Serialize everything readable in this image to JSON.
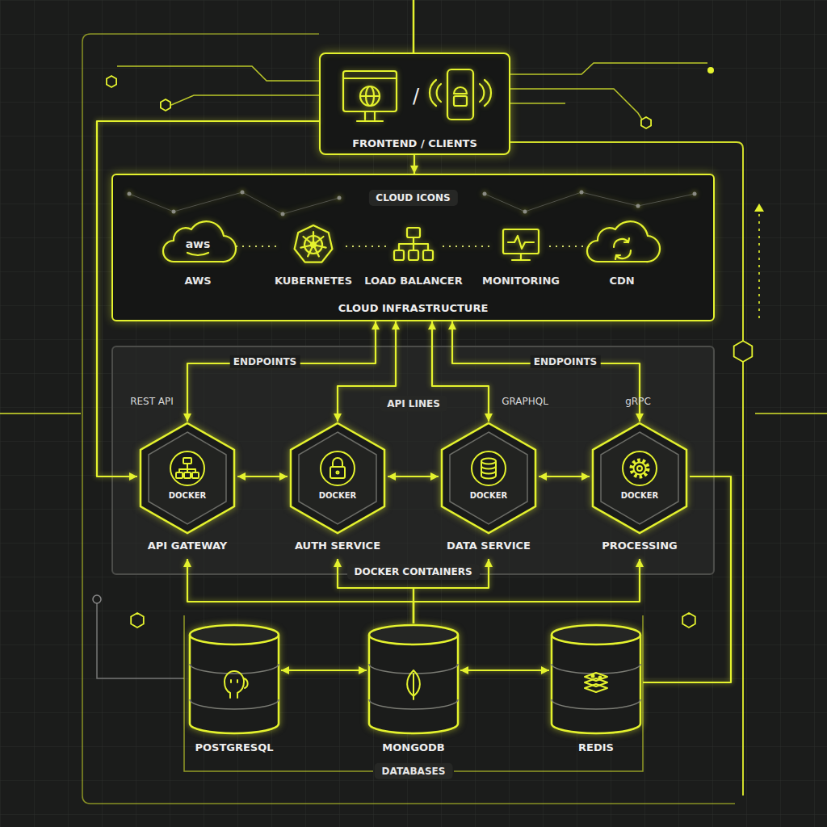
{
  "diagram": {
    "nodes": [
      {
        "text": [
          "/",
          "FRONTEND / CLIENTS"
        ]
      },
      {
        "text": [
          "CLOUD ICONS",
          "CLOUD INFRASTRUCTURE"
        ]
      },
      {
        "text": [
          "DOCKER CONTAINERS"
        ]
      },
      {
        "text": [
          "DOCKER",
          "API GATEWAY"
        ],
        "in": 2
      },
      {
        "text": [
          "DOCKER",
          "AUTH SERVICE"
        ],
        "in": 2
      },
      {
        "text": [
          "DOCKER",
          "DATA SERVICE"
        ],
        "in": 2
      },
      {
        "text": [
          "DOCKER",
          "PROCESSING"
        ],
        "in": 2
      },
      {
        "text": [
          "POSTGRESQL"
        ]
      },
      {
        "text": [
          "MONGODB"
        ]
      },
      {
        "text": [
          "REDIS"
        ]
      }
    ],
    "edges": [
      {
        "from": 0,
        "to": 1,
        "arrow": "to"
      },
      {
        "from": 0,
        "to": 3,
        "arrow": "to"
      },
      {
        "from": 1,
        "to": 3,
        "label": "REST API",
        "arrow": "both"
      },
      {
        "from": 1,
        "to": 4,
        "arrow": "both"
      },
      {
        "from": 1,
        "to": 5,
        "label": "GRAPHQL",
        "arrow": "both"
      },
      {
        "from": 1,
        "to": 6,
        "label": "gRPC",
        "arrow": "both"
      },
      {
        "from": 3,
        "to": 4,
        "arrow": "both"
      },
      {
        "from": 4,
        "to": 5,
        "arrow": "both"
      },
      {
        "from": 5,
        "to": 6,
        "arrow": "both"
      },
      {
        "from": 8,
        "to": 3,
        "arrow": "to"
      },
      {
        "from": 8,
        "to": 4,
        "arrow": "to"
      },
      {
        "from": 8,
        "to": 5,
        "arrow": "to"
      },
      {
        "from": 8,
        "to": 6,
        "arrow": "to"
      },
      {
        "from": 7,
        "to": 8,
        "arrow": "both"
      },
      {
        "from": 8,
        "to": 9,
        "arrow": "both"
      },
      {
        "from": 6,
        "to": 9,
        "arrow": "none"
      }
    ],
    "labels": [
      "aws",
      "AWS",
      "KUBERNETES",
      "LOAD BALANCER",
      "MONITORING",
      "CDN",
      "ENDPOINTS",
      "ENDPOINTS",
      "API LINES",
      "DATABASES"
    ]
  }
}
